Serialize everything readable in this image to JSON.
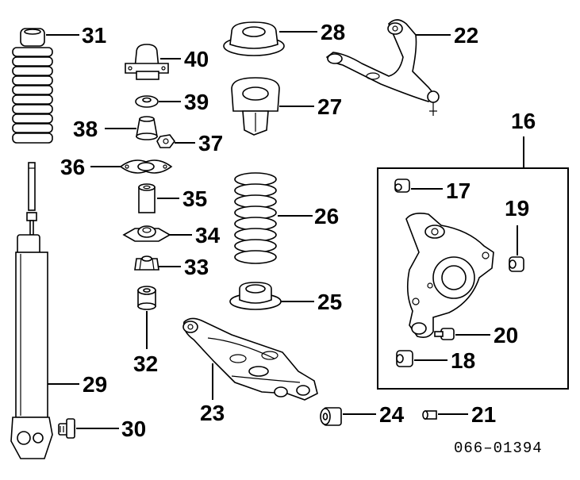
{
  "diagram": {
    "code": "066–01394",
    "labels": {
      "p16": "16",
      "p17": "17",
      "p18": "18",
      "p19": "19",
      "p20": "20",
      "p21": "21",
      "p22": "22",
      "p23": "23",
      "p24": "24",
      "p25": "25",
      "p26": "26",
      "p27": "27",
      "p28": "28",
      "p29": "29",
      "p30": "30",
      "p31": "31",
      "p32": "32",
      "p33": "33",
      "p34": "34",
      "p35": "35",
      "p36": "36",
      "p37": "37",
      "p38": "38",
      "p39": "39",
      "p40": "40"
    }
  }
}
